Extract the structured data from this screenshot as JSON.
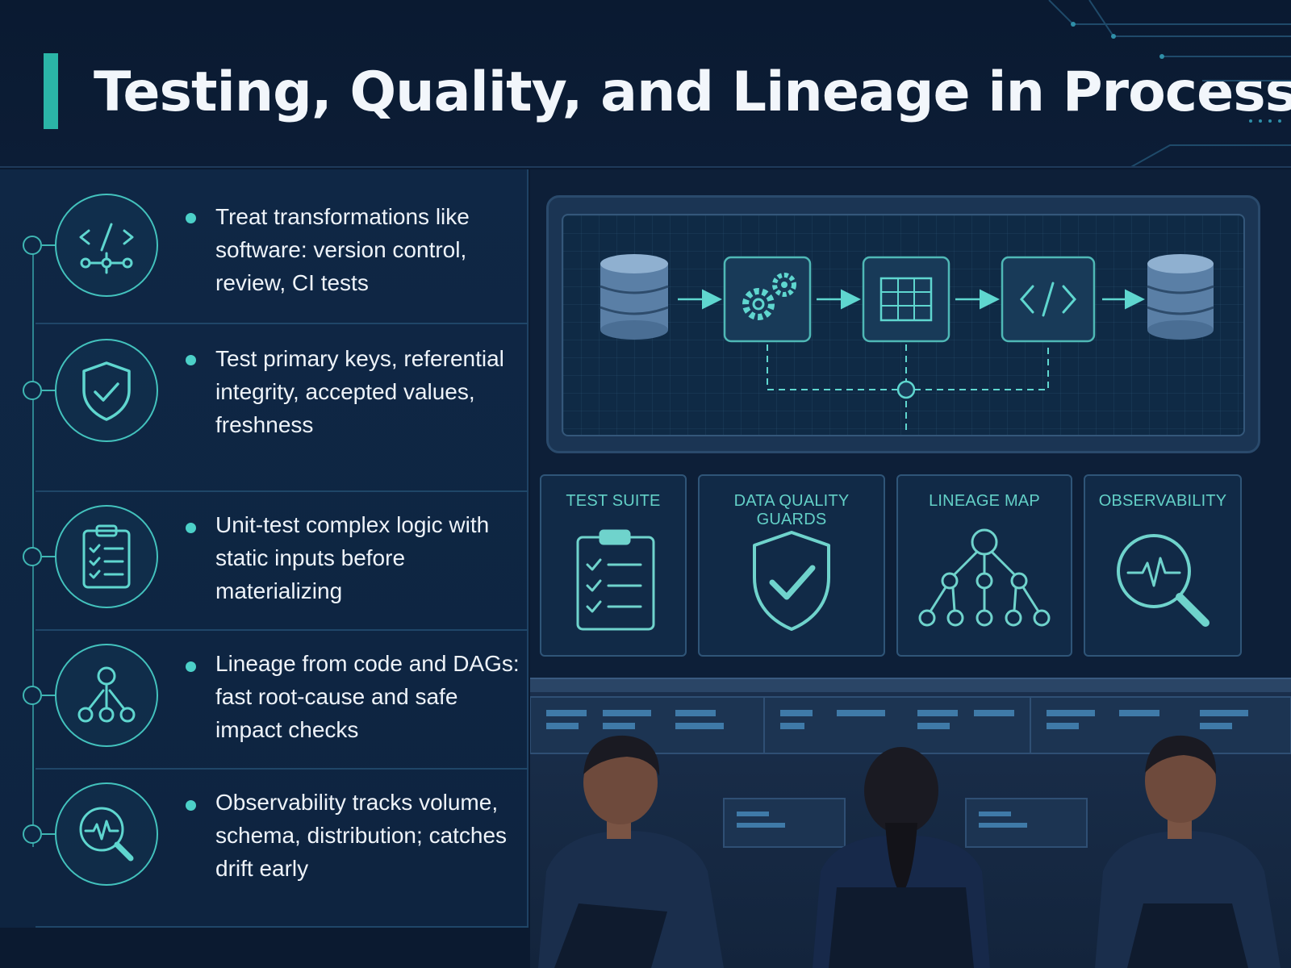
{
  "title": "Testing, Quality, and Lineage in Processing",
  "colors": {
    "accent": "#2bb5a7",
    "teal": "#43c2bd",
    "background": "#0b1a30"
  },
  "rows": [
    {
      "icon": "code-branch-icon",
      "text": "Treat transformations like software: version control, review, CI tests"
    },
    {
      "icon": "shield-check-icon",
      "text": "Test primary keys, referential integrity, accepted values, freshness"
    },
    {
      "icon": "clipboard-checklist-icon",
      "text": "Unit-test complex logic with static inputs before materializing"
    },
    {
      "icon": "lineage-tree-icon",
      "text": "Lineage from code and DAGs: fast root-cause and safe impact checks"
    },
    {
      "icon": "magnifier-pulse-icon",
      "text": "Observability tracks volume, schema, distribution; catches drift early"
    }
  ],
  "pipeline": [
    "database-icon",
    "gears-icon",
    "table-grid-icon",
    "code-icon",
    "database-icon"
  ],
  "cards": [
    {
      "title": "TEST SUITE",
      "icon": "clipboard-checklist-icon"
    },
    {
      "title": "DATA QUALITY GUARDS",
      "icon": "shield-check-icon"
    },
    {
      "title": "LINEAGE MAP",
      "icon": "lineage-tree-icon"
    },
    {
      "title": "OBSERVABILITY",
      "icon": "magnifier-pulse-icon"
    }
  ]
}
